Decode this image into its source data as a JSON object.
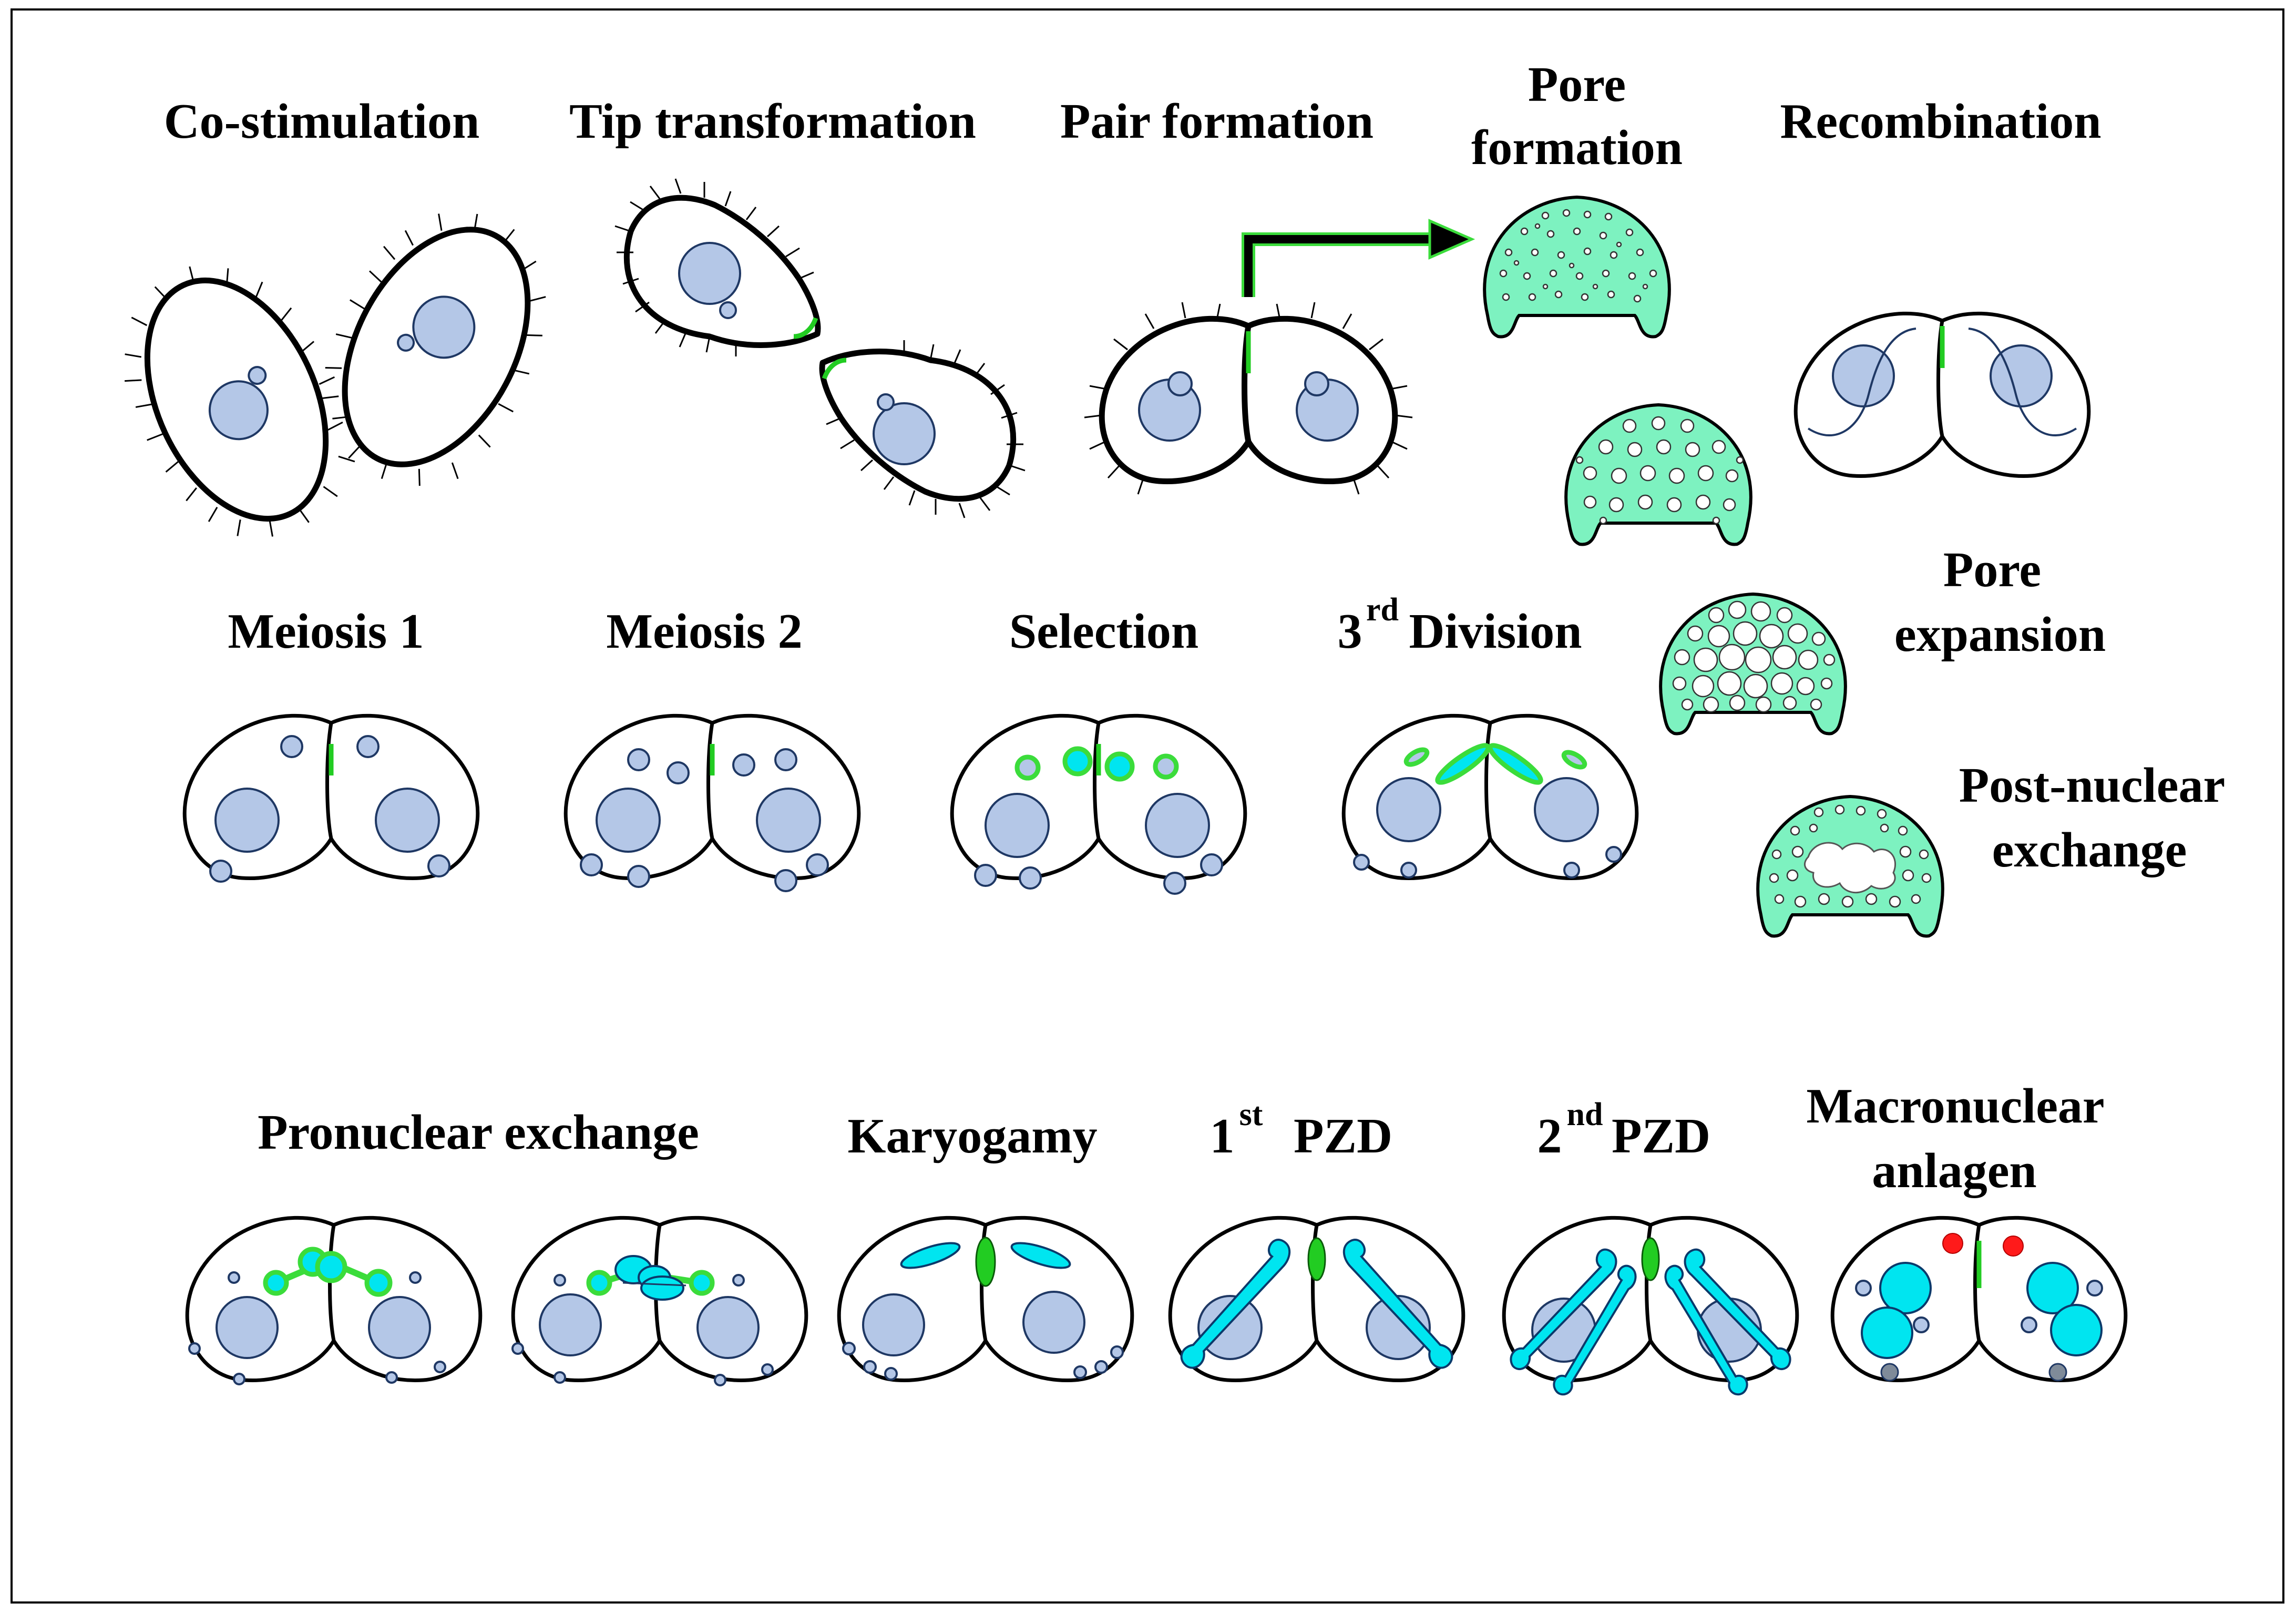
{
  "labels": {
    "costimulation": "Co-stimulation",
    "tip_transformation": "Tip transformation",
    "pair_formation": "Pair formation",
    "pore_formation_1": "Pore",
    "pore_formation_2": "formation",
    "recombination": "Recombination",
    "meiosis1": "Meiosis 1",
    "meiosis2": "Meiosis 2",
    "selection": "Selection",
    "third_division_sup": "rd",
    "third_division_num": "3",
    "third_division_text": "Division",
    "pore_expansion_1": "Pore",
    "pore_expansion_2": "expansion",
    "post_nuclear_1": "Post-nuclear",
    "post_nuclear_2": "exchange",
    "pronuclear_exchange": "Pronuclear exchange",
    "karyogamy": "Karyogamy",
    "first_pzd_num": "1",
    "first_pzd_sup": "st",
    "first_pzd_text": "PZD",
    "second_pzd_num": "2",
    "second_pzd_sup": "nd",
    "second_pzd_text": "PZD",
    "macronuclear_1": "Macronuclear",
    "macronuclear_2": "anlagen"
  },
  "colors": {
    "macronucleus": "#b4c7e7",
    "micronucleus_new": "#00e5f0",
    "junction": "#22cc22",
    "pore_patch": "#7df2c0",
    "anlagen_marker": "#ff1a1a"
  }
}
